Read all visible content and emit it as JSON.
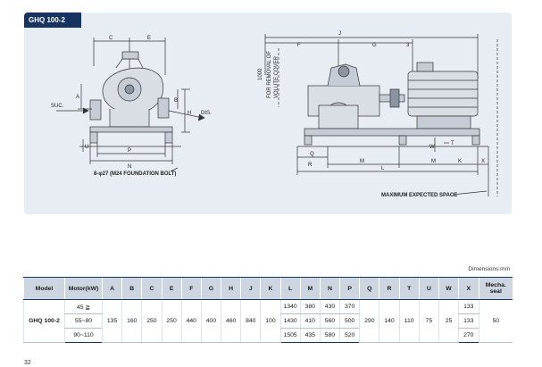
{
  "page": {
    "model_tab": "GHQ 100-2",
    "dims_note": "Dimensions:mm",
    "page_number": "32"
  },
  "drawing": {
    "front": {
      "labels": {
        "c": "C",
        "e": "E",
        "a": "A",
        "b": "B",
        "h": "H",
        "p": "P",
        "n": "N",
        "u": "U",
        "suc": "SUC.",
        "dis": "DIS."
      },
      "foundation_note": "8-φ27 (M24 FOUNDATION BOLT)"
    },
    "side": {
      "labels": {
        "j": "J",
        "f": "F",
        "g": "G",
        "three": "3",
        "q": "Q",
        "m": "M",
        "l": "L",
        "k": "K",
        "x": "X",
        "w": "W",
        "t": "T",
        "r": "R"
      },
      "removal_note_1": "1000",
      "removal_note_2": "FOR REMOVAL OF",
      "removal_note_3": "VOLUTE COVER",
      "max_space_note": "MAXIMUM EXPECTED SPACE"
    }
  },
  "table": {
    "headers": [
      "Model",
      "Motor(kW)",
      "A",
      "B",
      "C",
      "E",
      "F",
      "G",
      "H",
      "J",
      "K",
      "L",
      "M",
      "N",
      "P",
      "Q",
      "R",
      "T",
      "U",
      "W",
      "X",
      "Mecha.",
      "seal"
    ],
    "model": "GHQ 100-2",
    "motors": [
      "45 ≧",
      "55~80",
      "90~110"
    ],
    "shared": {
      "A": "135",
      "B": "160",
      "C": "250",
      "E": "250",
      "F": "440",
      "G": "400",
      "H": "460",
      "J": "840",
      "K": "100",
      "Q": "290",
      "R": "140",
      "T": "110",
      "U": "75",
      "W": "25",
      "seal": "50"
    },
    "variable": [
      {
        "L": "1340",
        "M": "380",
        "N": "430",
        "P": "370",
        "X": "133"
      },
      {
        "L": "1430",
        "M": "410",
        "N": "560",
        "P": "500",
        "X": "133"
      },
      {
        "L": "1505",
        "M": "435",
        "N": "580",
        "P": "520",
        "X": "270"
      }
    ]
  }
}
